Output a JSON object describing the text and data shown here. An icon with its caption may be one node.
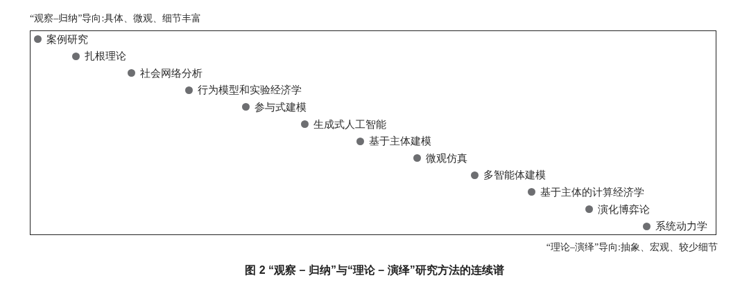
{
  "diagram": {
    "caption": "图 2 “观察 – 归纳”与“理论 – 演绎”研究方法的连续谱",
    "labels": [
      "“观察–归纳”导向:具体、微观、细节丰富",
      "案例研究",
      "扎根理论",
      "社会网络分析",
      "行为模型和实验经济学",
      "参与式建模",
      "生成式人工智能",
      "基于主体建模",
      "微观仿真",
      "多智能体建模",
      "基于主体的计算经济学",
      "演化博弈论",
      "系统动力学",
      "“理论–演绎”导向:抽象、宏观、较少细节"
    ]
  }
}
